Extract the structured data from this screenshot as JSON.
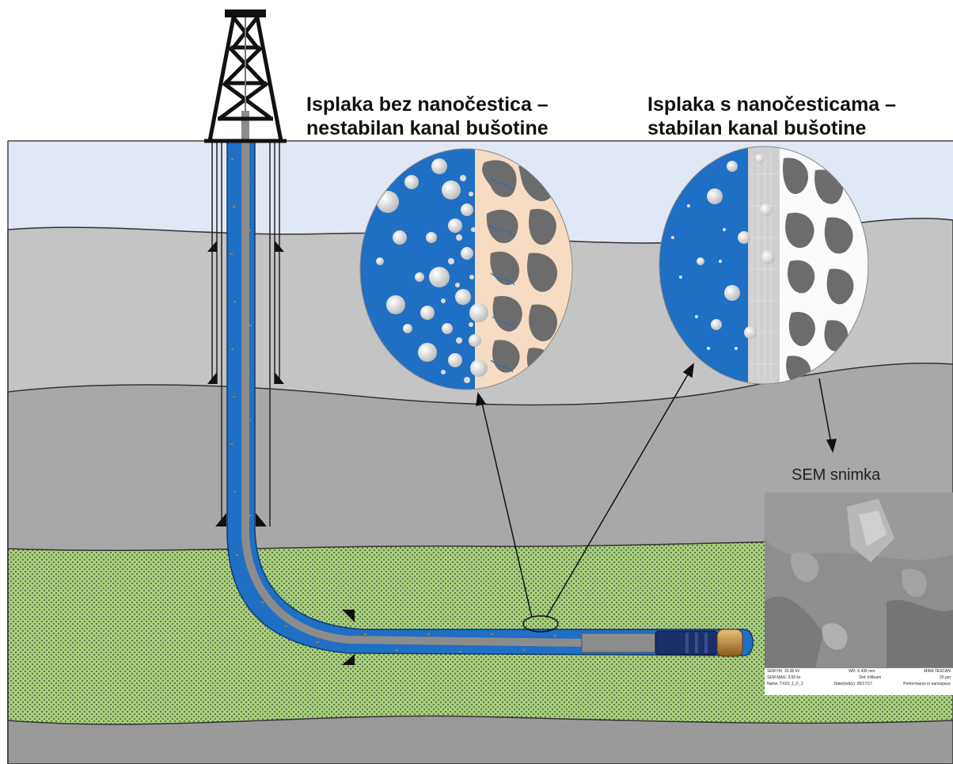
{
  "labels": {
    "without_nano": [
      "Isplaka bez nanočestica –",
      "nestabilan kanal bušotine"
    ],
    "with_nano": [
      "Isplaka s nanočesticama –",
      "stabilan kanal bušotine"
    ],
    "sem_title": "SEM snimka"
  },
  "sem_footer": {
    "row1_left": "SEM HV: 15.00 kV",
    "row1_mid": "WD: 6.436 mm",
    "row1_right": "MIRA TESCAN",
    "row2_left": "SEM MAG: 3.00 kx",
    "row2_mid": "Det: InBeam",
    "row2_right": "20 µm",
    "row3_left": "Name: TXX2_1_F_1",
    "row3_mid": "Date(m/d/y): 05/17/17",
    "row3_right": "Performance in nanospace"
  },
  "colors": {
    "sky": "#dfe8f4",
    "layer_light": "#c4c4c4",
    "layer_mid": "#a8a8a8",
    "layer_dark": "#9a9a9a",
    "reservoir": "#a9cf7e",
    "drilling_mud": "#1f6fc4",
    "drill_pipe": "#8c8c8c",
    "rock_grain": "#6c6c6c"
  }
}
